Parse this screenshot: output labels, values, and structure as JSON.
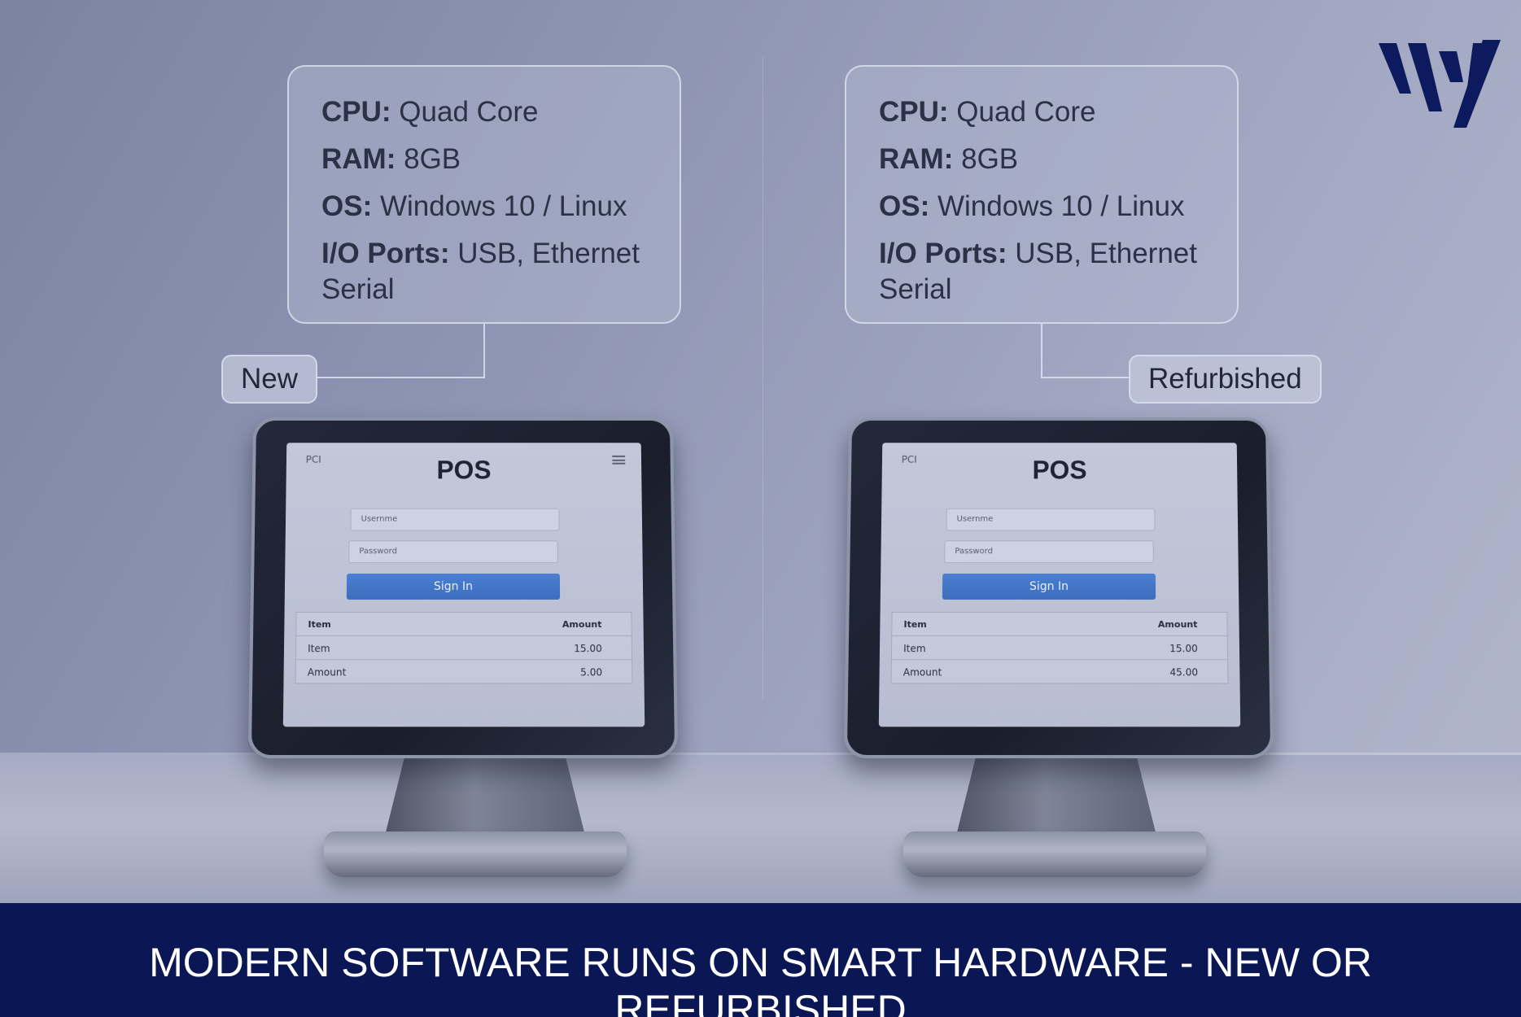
{
  "brand": {
    "logo_color": "#0d1a5e"
  },
  "panels": [
    {
      "specs": [
        {
          "key": "CPU:",
          "value": " Quad Core"
        },
        {
          "key": "RAM:",
          "value": " 8GB"
        },
        {
          "key": "OS:",
          "value": " Windows 10 / Linux"
        },
        {
          "key": "I/O Ports:",
          "value": " USB, Ethernet Serial"
        }
      ],
      "tag": "New",
      "screen": {
        "badge": "PCI",
        "title": "POS",
        "username_placeholder": "Usernme",
        "password_placeholder": "Password",
        "signin_label": "Sign In",
        "table": {
          "headers": [
            "Item",
            "Amount"
          ],
          "rows": [
            [
              "Item",
              "15.00"
            ],
            [
              "Amount",
              "5.00"
            ]
          ]
        }
      }
    },
    {
      "specs": [
        {
          "key": "CPU:",
          "value": " Quad Core"
        },
        {
          "key": "RAM:",
          "value": " 8GB"
        },
        {
          "key": "OS:",
          "value": " Windows 10 / Linux"
        },
        {
          "key": "I/O Ports:",
          "value": " USB, Ethernet Serial"
        }
      ],
      "tag": "Refurbished",
      "screen": {
        "badge": "PCI",
        "title": "POS",
        "username_placeholder": "Usernme",
        "password_placeholder": "Password",
        "signin_label": "Sign In",
        "table": {
          "headers": [
            "Item",
            "Amount"
          ],
          "rows": [
            [
              "Item",
              "15.00"
            ],
            [
              "Amount",
              "45.00"
            ]
          ]
        }
      }
    }
  ],
  "caption": "MODERN SOFTWARE RUNS ON SMART HARDWARE - NEW OR REFURBISHED",
  "colors": {
    "caption_bar": "#0b1654",
    "signin_button": "#3d6dbd"
  }
}
